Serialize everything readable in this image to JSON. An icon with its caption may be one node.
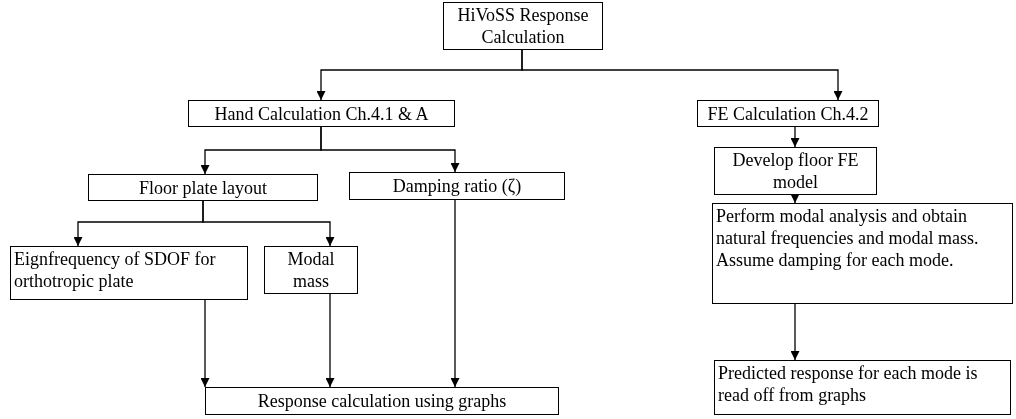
{
  "diagram": {
    "nodes": [
      {
        "text": [
          "HiVoSS Response Calculation"
        ]
      },
      {
        "text": [
          "Hand Calculation Ch.4.1 & A"
        ]
      },
      {
        "text": [
          "FE Calculation Ch.4.2"
        ]
      },
      {
        "text": [
          "Floor plate layout"
        ]
      },
      {
        "text": [
          "Damping ratio (ζ)"
        ]
      },
      {
        "text": [
          "Develop floor FE model"
        ]
      },
      {
        "text": [
          "Eignfrequency of SDOF for orthotropic plate"
        ]
      },
      {
        "text": [
          "Modal mass"
        ]
      },
      {
        "text": [
          "Perform modal analysis and obtain natural frequencies and modal mass. Assume damping for each mode."
        ]
      },
      {
        "text": [
          "Response calculation using graphs"
        ]
      },
      {
        "text": [
          "Predicted response for each mode is read off from graphs"
        ]
      }
    ],
    "edges": [
      {
        "from": 0,
        "to": 1,
        "arrow": "to"
      },
      {
        "from": 0,
        "to": 2,
        "arrow": "to"
      },
      {
        "from": 1,
        "to": 3,
        "arrow": "to"
      },
      {
        "from": 1,
        "to": 4,
        "arrow": "to"
      },
      {
        "from": 3,
        "to": 6,
        "arrow": "to"
      },
      {
        "from": 3,
        "to": 7,
        "arrow": "to"
      },
      {
        "from": 6,
        "to": 9,
        "arrow": "to"
      },
      {
        "from": 7,
        "to": 9,
        "arrow": "to"
      },
      {
        "from": 4,
        "to": 9,
        "arrow": "to"
      },
      {
        "from": 2,
        "to": 5,
        "arrow": "to"
      },
      {
        "from": 5,
        "to": 8,
        "arrow": "to"
      },
      {
        "from": 8,
        "to": 10,
        "arrow": "to"
      }
    ]
  }
}
